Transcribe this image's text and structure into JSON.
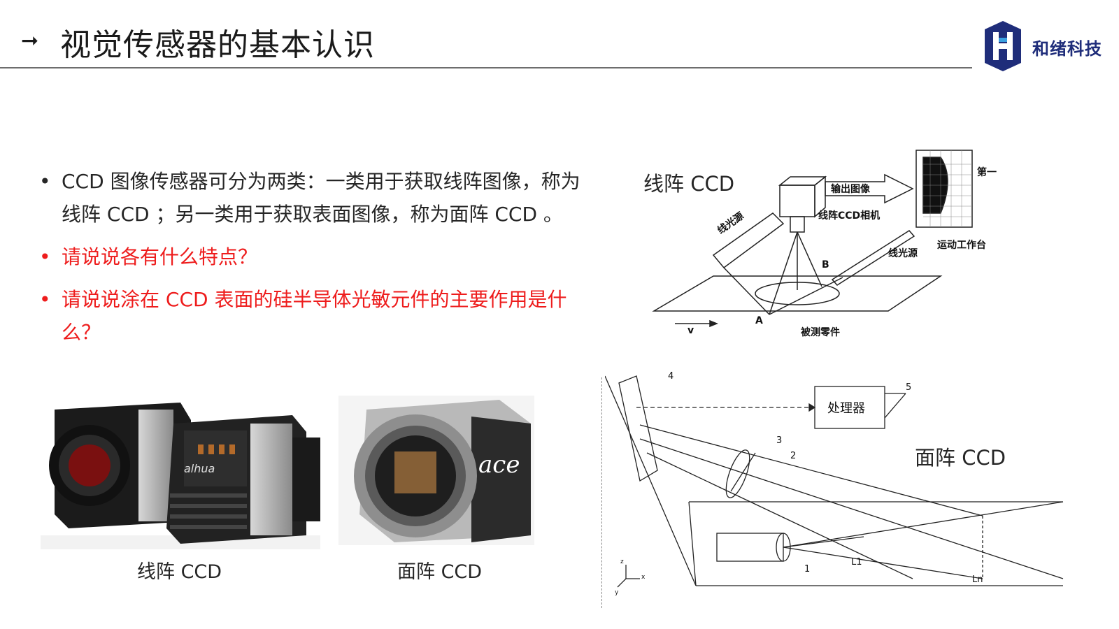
{
  "header": {
    "arrow_icon": "arrow-right-icon",
    "title": "视觉传感器的基本认识",
    "logo_text": "和绪科技",
    "brand_color": "#1f2d7a"
  },
  "bullets": [
    {
      "text": "CCD 图像传感器可分为两类：一类用于获取线阵图像，称为线阵 CCD ；另一类用于获取表面图像，称为面阵 CCD 。",
      "color": "#262626"
    },
    {
      "text": "请说说各有什么特点？",
      "color": "#ee1c1c"
    },
    {
      "text": "请说说涂在 CCD 表面的硅半导体光敏元件的主要作用是什么？",
      "color": "#ee1c1c"
    }
  ],
  "photos": {
    "line_caption": "线阵 CCD",
    "area_caption": "面阵 CCD",
    "line_brand": "alhua",
    "area_brand": "ace"
  },
  "diagram_top": {
    "label": "线阵 CCD",
    "output_image": "输出图像",
    "camera": "线阵CCD相机",
    "light_source_left": "线光源",
    "light_source_right": "线光源",
    "frame": "第一帧",
    "motion_table": "运动工作台",
    "part": "被测零件",
    "point_a": "A",
    "point_b": "B",
    "velocity": "v"
  },
  "diagram_bottom": {
    "label": "面阵 CCD",
    "processor": "处理器",
    "numbers": [
      "1",
      "2",
      "3",
      "4",
      "5"
    ],
    "l1": "L1",
    "ln": "Ln",
    "axes": [
      "z",
      "x",
      "y"
    ]
  }
}
